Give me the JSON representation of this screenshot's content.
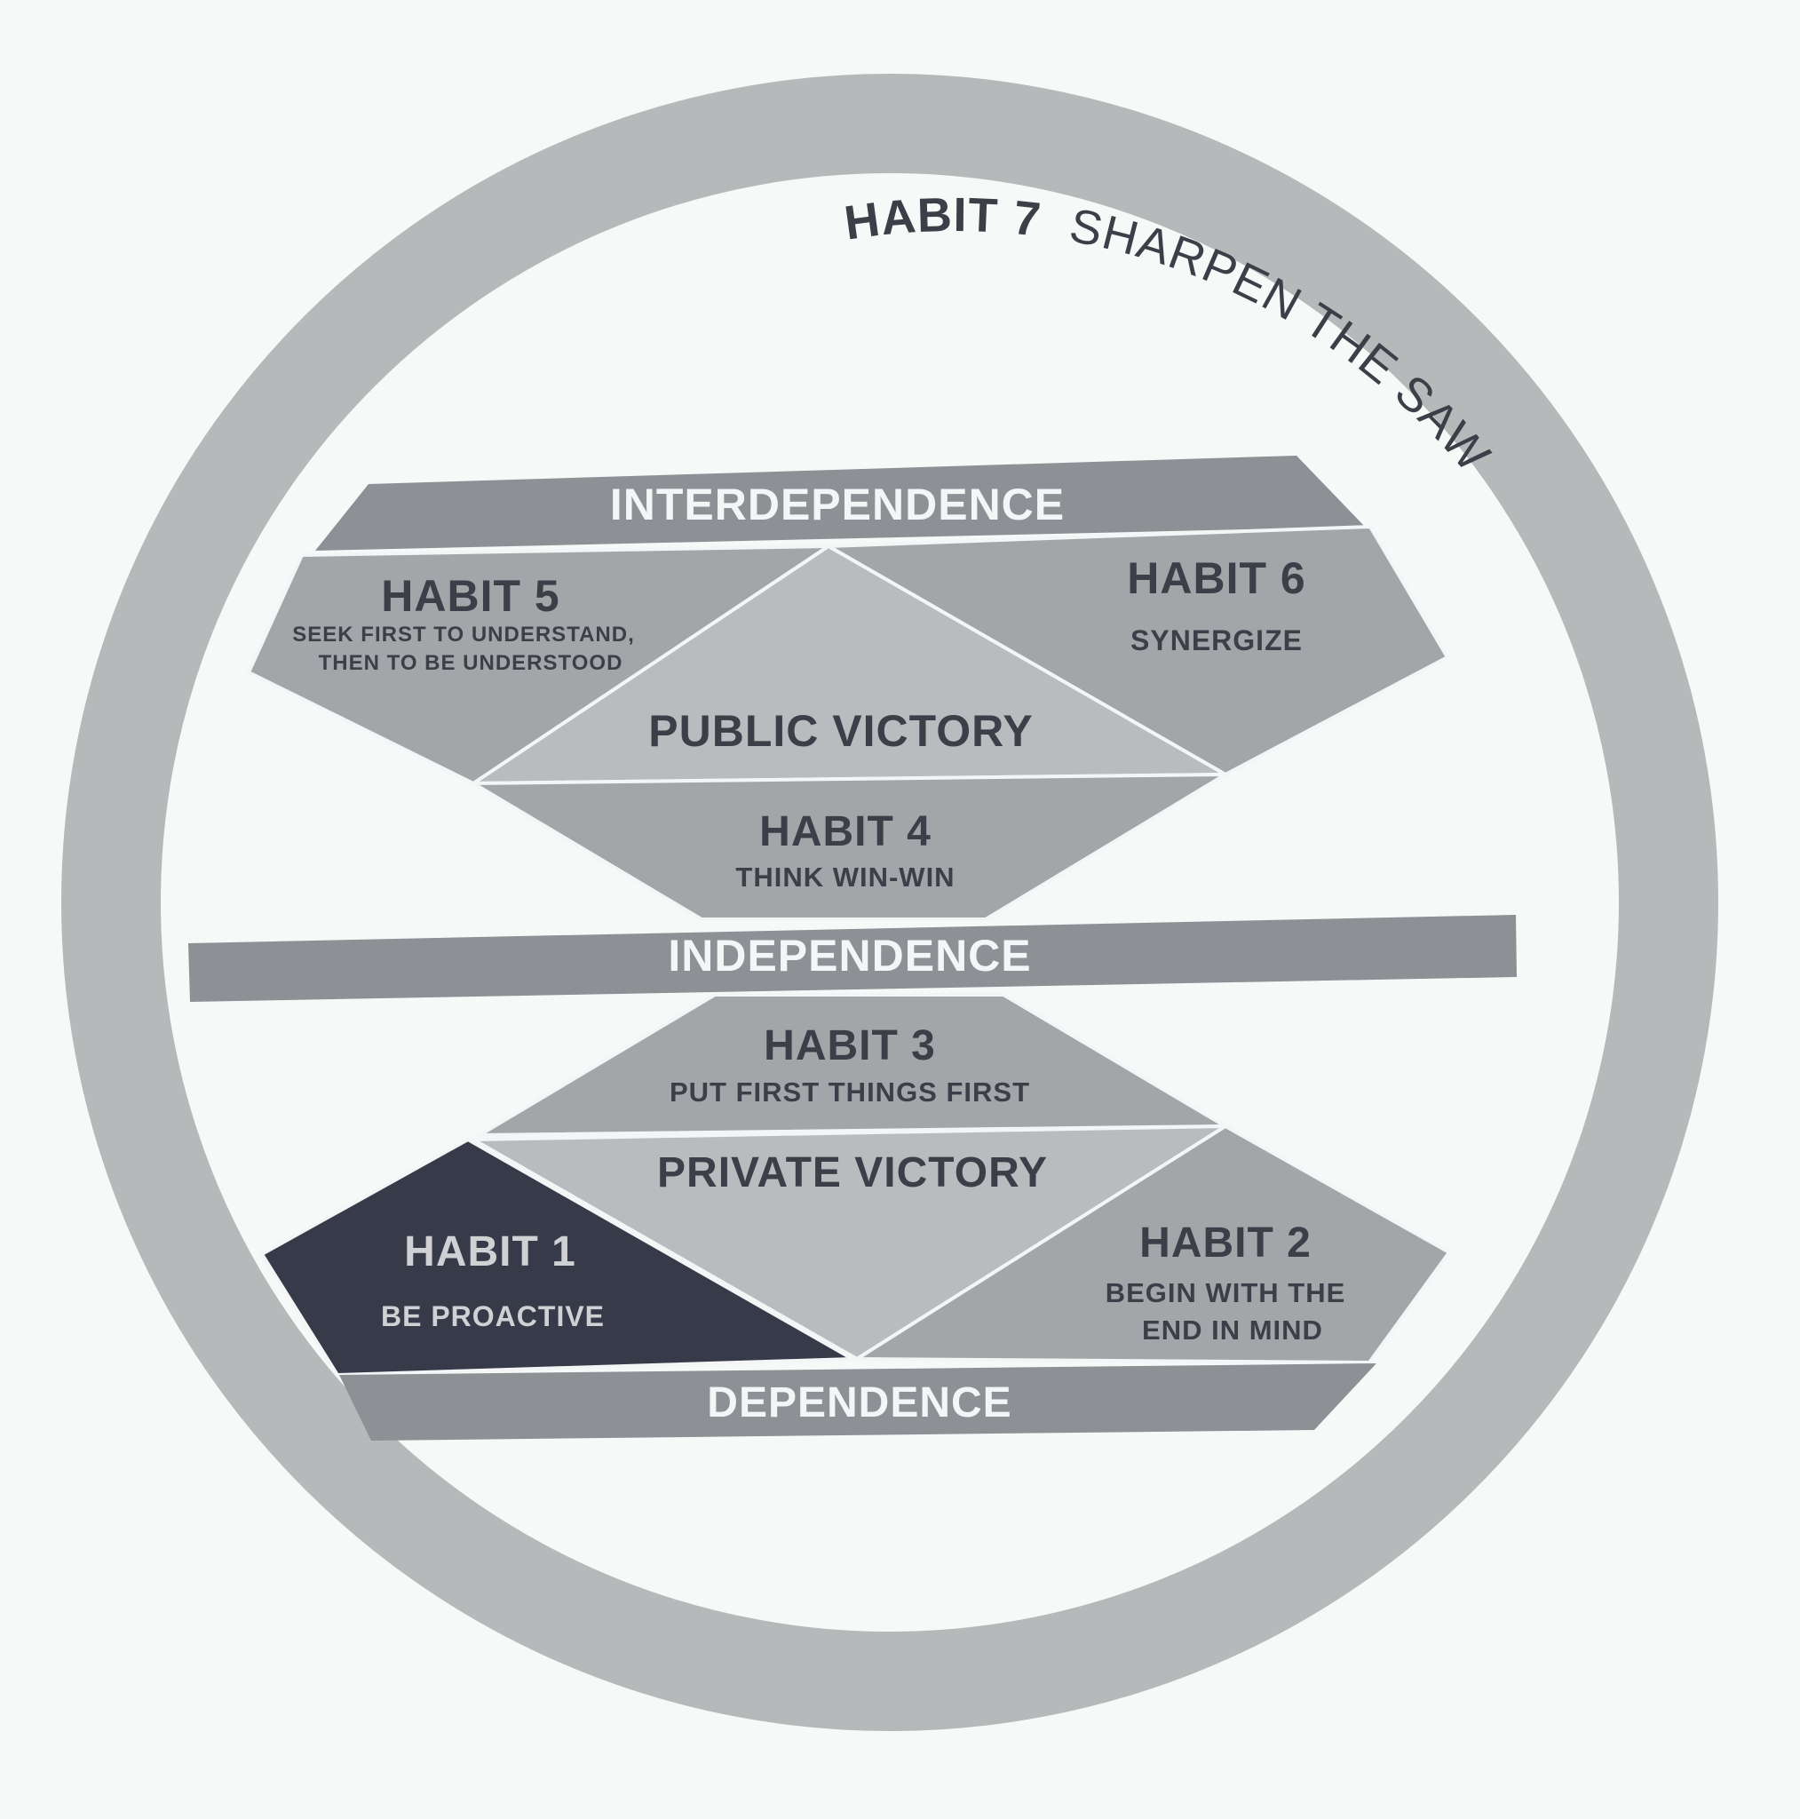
{
  "colors": {
    "background": "#f7f8f8",
    "ring": "#b6b8b9",
    "band": "#8d9094",
    "segment_light": "#b9bbbe",
    "segment_mid": "#a3a5a8",
    "habit1": "#373a48",
    "outline": "#f4f5f6"
  },
  "ring": {
    "title_bold": "HABIT 7",
    "title_rest": "SHARPEN THE SAW"
  },
  "bands": {
    "interdependence": "INTERDEPENDENCE",
    "independence": "INDEPENDENCE",
    "dependence": "DEPENDENCE"
  },
  "victories": {
    "public": "PUBLIC VICTORY",
    "private": "PRIVATE VICTORY"
  },
  "habits": {
    "habit1": {
      "title": "HABIT 1",
      "subtitle": "BE PROACTIVE"
    },
    "habit2": {
      "title": "HABIT 2",
      "subtitle_line1": "BEGIN WITH THE",
      "subtitle_line2": "END IN MIND"
    },
    "habit3": {
      "title": "HABIT 3",
      "subtitle": "PUT FIRST THINGS FIRST"
    },
    "habit4": {
      "title": "HABIT 4",
      "subtitle": "THINK WIN-WIN"
    },
    "habit5": {
      "title": "HABIT 5",
      "subtitle_line1": "SEEK FIRST TO UNDERSTAND,",
      "subtitle_line2": "THEN TO BE UNDERSTOOD"
    },
    "habit6": {
      "title": "HABIT 6",
      "subtitle": "SYNERGIZE"
    }
  }
}
